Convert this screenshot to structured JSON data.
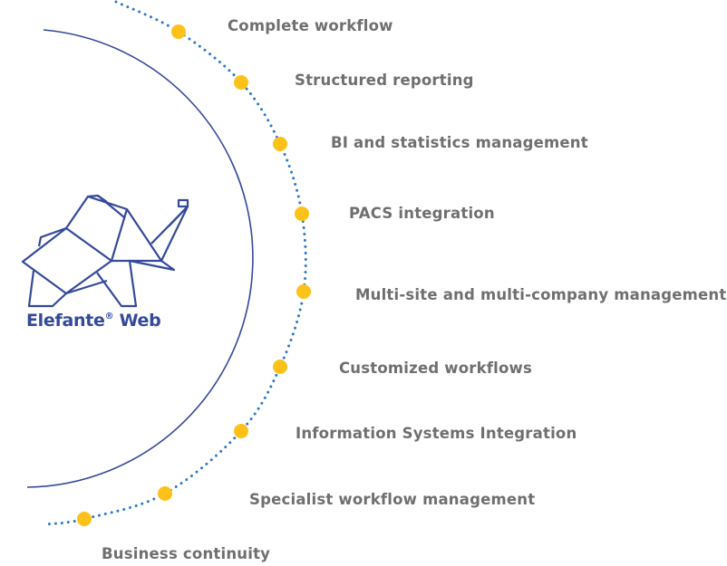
{
  "brand": {
    "name": "Elefante",
    "mark": "®",
    "suffix": " Web"
  },
  "features": [
    "Complete workflow",
    "Structured reporting",
    "BI and statistics management",
    "PACS integration",
    "Multi-site and multi-company management",
    "Customized workflows",
    "Information Systems Integration",
    "Specialist workflow management",
    "Business continuity"
  ],
  "colors": {
    "brand": "#34499a",
    "dots": "#2f78c4",
    "node": "#fdc21a",
    "text": "#6f6f6f"
  }
}
